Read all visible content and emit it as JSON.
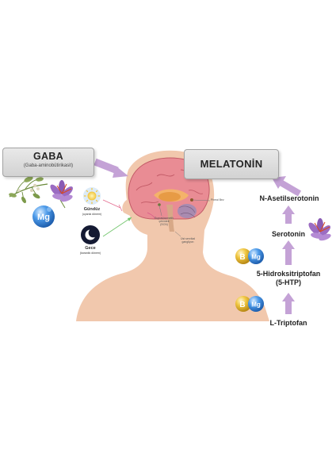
{
  "gaba": {
    "title": "GABA",
    "subtitle": "(Gaba-aminobütirikasit)"
  },
  "melatonin": {
    "title": "MELATONİN"
  },
  "pathway": [
    {
      "label": "N-Asetilserotonin"
    },
    {
      "label": "Serotonin"
    },
    {
      "label": "5-Hidroksitriptofan\n(5-HTP)"
    },
    {
      "label": "L-Triptofan"
    }
  ],
  "cofactors": {
    "mg": "Mg",
    "b": "B"
  },
  "day": {
    "label": "Gündüz",
    "sub": "(uyanık dönem)"
  },
  "night": {
    "label": "Gece",
    "sub": "(karanlık dönem)"
  },
  "brain_labels": {
    "pineal": "Pineal Bez",
    "scn": "Suprakiazmatik çekirdek\n(SCN)",
    "ganglion": "Üst servikal\ngangliyon"
  },
  "colors": {
    "arrow": "#c4a2d6",
    "skin": "#f1c8ad",
    "mg_blue": "#2f7ed8",
    "b_gold": "#e4b62a",
    "box_border": "#a3a3a3"
  }
}
